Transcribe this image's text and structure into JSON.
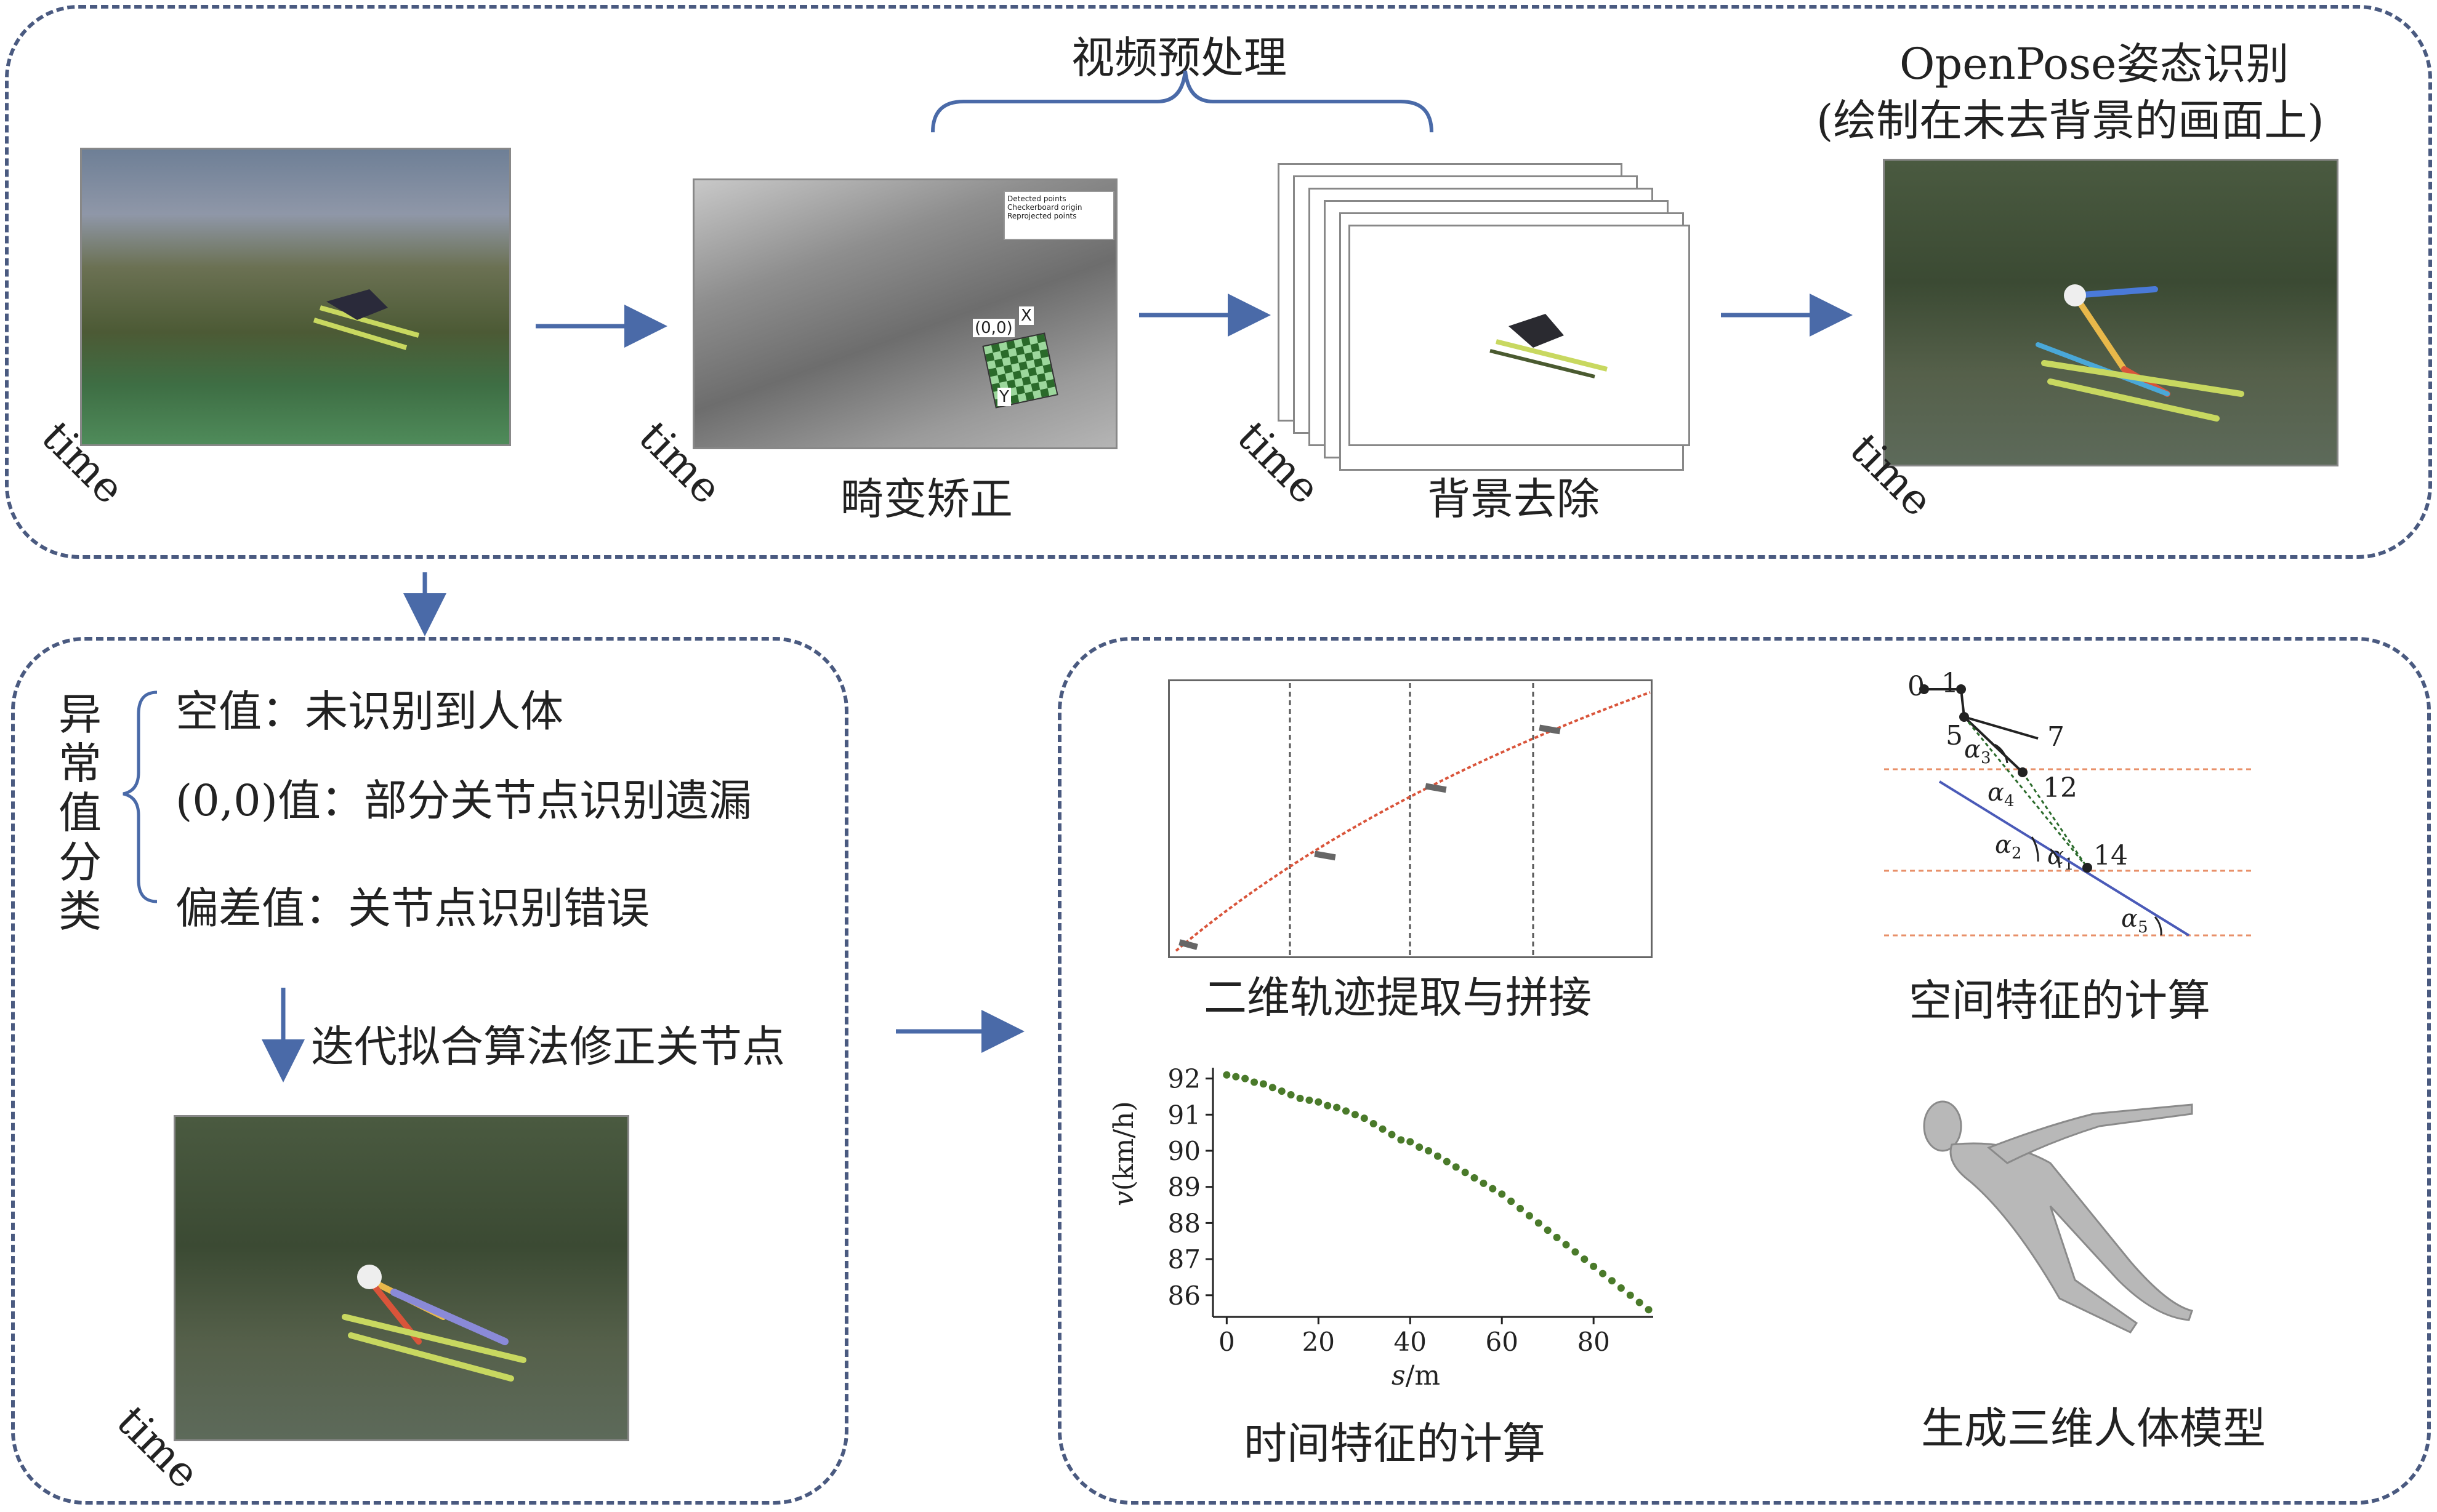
{
  "top": {
    "preprocess_label": "视频预处理",
    "openpose_title_1": "OpenPose姿态识别",
    "openpose_title_2": "(绘制在未去背景的画面上)",
    "distortion_label": "畸变矫正",
    "bg_label": "背景去除",
    "time": "time",
    "legend": [
      "Detected points",
      "Checkerboard origin",
      "Reprojected points"
    ],
    "origin_label": "(0,0)",
    "x_axis": "X",
    "y_axis": "Y"
  },
  "left": {
    "category_chars": [
      "异",
      "常",
      "值",
      "分",
      "类"
    ],
    "item1": "空值：未识别到人体",
    "item2": "(0,0)值：部分关节点识别遗漏",
    "item3": "偏差值：关节点识别错误",
    "fix_label": "迭代拟合算法修正关节点"
  },
  "right": {
    "traj_label": "二维轨迹提取与拼接",
    "spatial_label": "空间特征的计算",
    "temporal_label": "时间特征的计算",
    "model_label": "生成三维人体模型",
    "joint_labels": [
      "0",
      "1",
      "5",
      "7",
      "12",
      "14"
    ],
    "angle_labels": [
      {
        "base": "α",
        "sub": "3"
      },
      {
        "base": "α",
        "sub": "4"
      },
      {
        "base": "α",
        "sub": "2"
      },
      {
        "base": "α",
        "sub": "1"
      },
      {
        "base": "α",
        "sub": "5"
      }
    ]
  },
  "chart_data": {
    "type": "scatter",
    "xlabel_italic": "s",
    "xlabel_unit": "/m",
    "ylabel_italic": "v",
    "ylabel_unit": "(km/h)",
    "xticks": [
      0,
      20,
      40,
      60,
      80
    ],
    "yticks": [
      86,
      87,
      88,
      89,
      90,
      91,
      92
    ],
    "xlim": [
      -3,
      93
    ],
    "ylim": [
      85.4,
      92.3
    ],
    "color": "#4a7a2a",
    "x": [
      0,
      2,
      4,
      6,
      8,
      10,
      12,
      14,
      16,
      18,
      20,
      22,
      24,
      26,
      28,
      30,
      32,
      34,
      36,
      38,
      40,
      42,
      44,
      46,
      48,
      50,
      52,
      54,
      56,
      58,
      60,
      62,
      64,
      66,
      68,
      70,
      72,
      74,
      76,
      78,
      80,
      82,
      84,
      86,
      88,
      90,
      92
    ],
    "y": [
      92.1,
      92.05,
      92.0,
      91.9,
      91.85,
      91.75,
      91.65,
      91.55,
      91.45,
      91.4,
      91.35,
      91.25,
      91.2,
      91.1,
      91.0,
      90.9,
      90.75,
      90.6,
      90.45,
      90.3,
      90.25,
      90.1,
      90.0,
      89.85,
      89.7,
      89.55,
      89.4,
      89.25,
      89.1,
      88.95,
      88.8,
      88.6,
      88.4,
      88.2,
      88.0,
      87.8,
      87.6,
      87.4,
      87.2,
      87.0,
      86.8,
      86.6,
      86.4,
      86.2,
      86.0,
      85.8,
      85.6
    ]
  },
  "colors": {
    "dash_border": "#4a5a80",
    "arrow": "#4a6aa8",
    "overlay_red": "#d9543a"
  }
}
